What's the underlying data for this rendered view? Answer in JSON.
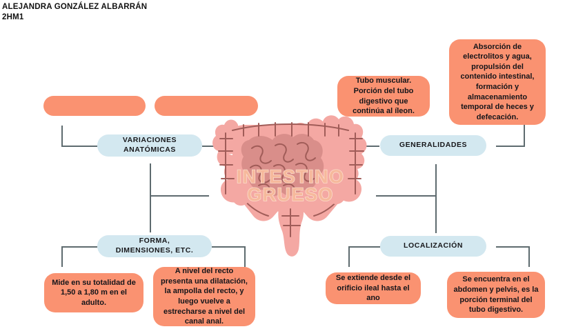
{
  "header": {
    "author": "ALEJANDRA GONZÁLEZ ALBARRÁN",
    "group": "2HM1"
  },
  "center": {
    "title_line1": "INTESTINO",
    "title_line2": "GRUESO",
    "illustration_name": "large-intestine-illustration"
  },
  "branches": {
    "variaciones": {
      "label": "VARIACIONES\nANATÓMICAS"
    },
    "generalidades": {
      "label": "GENERALIDADES"
    },
    "forma": {
      "label": "FORMA,\nDIMENSIONES, ETC."
    },
    "localizacion": {
      "label": "LOCALIZACIÓN"
    }
  },
  "notes": {
    "variaciones_note_1": "",
    "variaciones_note_2": "",
    "generalidades_note_1": "Tubo muscular. Porción del tubo digestivo que continúa al íleon.",
    "generalidades_note_2": "Absorción de electrolitos y agua, propulsión del contenido intestinal, formación y almacenamiento temporal de heces y defecación.",
    "forma_note_1": "Mide en su totalidad de 1,50 a 1,80 m en el adulto.",
    "forma_note_2": "A nivel del recto presenta una dilatación, la ampolla del recto, y luego vuelve a estrecharse a nivel del canal anal.",
    "localizacion_note_1": "Se extiende desde el orificio ileal hasta el ano",
    "localizacion_note_2": "Se encuentra en el abdomen y pelvis, es la porción terminal del tubo digestivo."
  },
  "colors": {
    "accent_orange": "#fa9271",
    "accent_blue": "#d3e8f0",
    "line": "#5d6a6e",
    "colon_outer": "#f4a8a3",
    "colon_inner": "#d98e8a",
    "haustra_stroke": "#a05c58",
    "title_fill": "#f6b99c",
    "title_stroke": "#fbdccb",
    "text_dark": "#15151a"
  }
}
